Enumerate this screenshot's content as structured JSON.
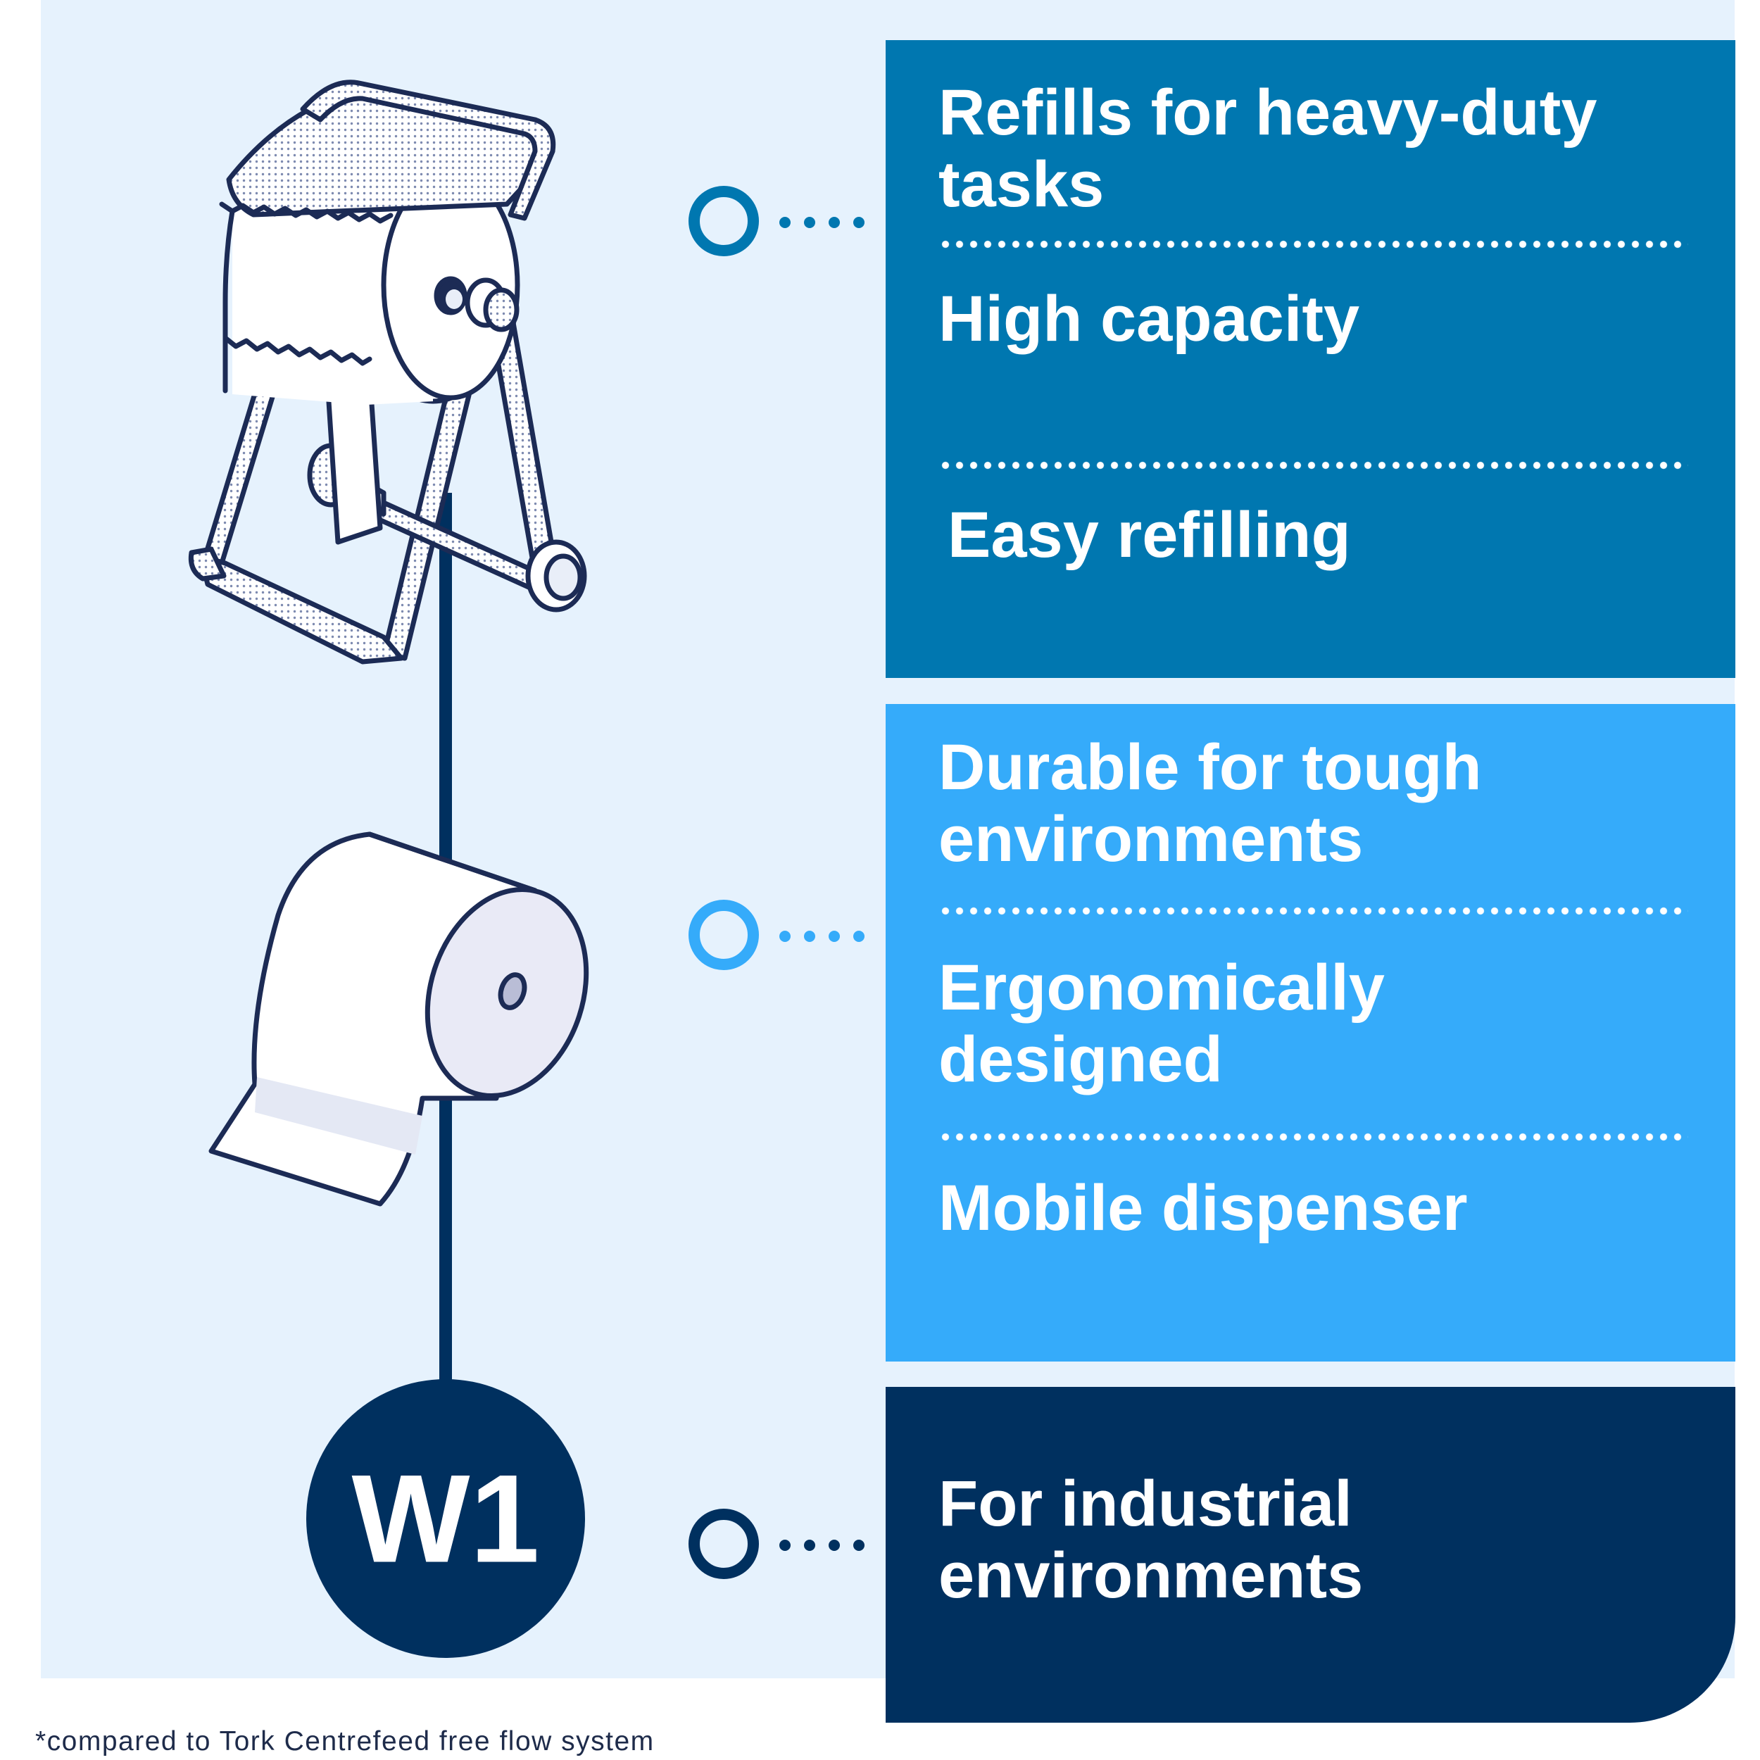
{
  "colors": {
    "background_panel": "#e6f2fd",
    "group_1": "#0077b0",
    "group_2": "#35abfa",
    "group_3": "#00305f",
    "line": "#00305f",
    "text_light": "#ffffff",
    "text_dark": "#1e2b4a"
  },
  "illustrations": [
    {
      "name": "floor-stand-dispenser-icon"
    },
    {
      "name": "paper-roll-icon"
    }
  ],
  "badge": {
    "label": "W1"
  },
  "groups": [
    {
      "features": [
        "Refills for heavy-duty tasks",
        "High capacity",
        "Easy refilling"
      ]
    },
    {
      "features": [
        "Durable for tough environments",
        "Ergonomically designed",
        "Mobile dispenser"
      ]
    },
    {
      "features": [
        "For industrial environments"
      ]
    }
  ],
  "footnote": "*compared to Tork Centrefeed free flow system"
}
